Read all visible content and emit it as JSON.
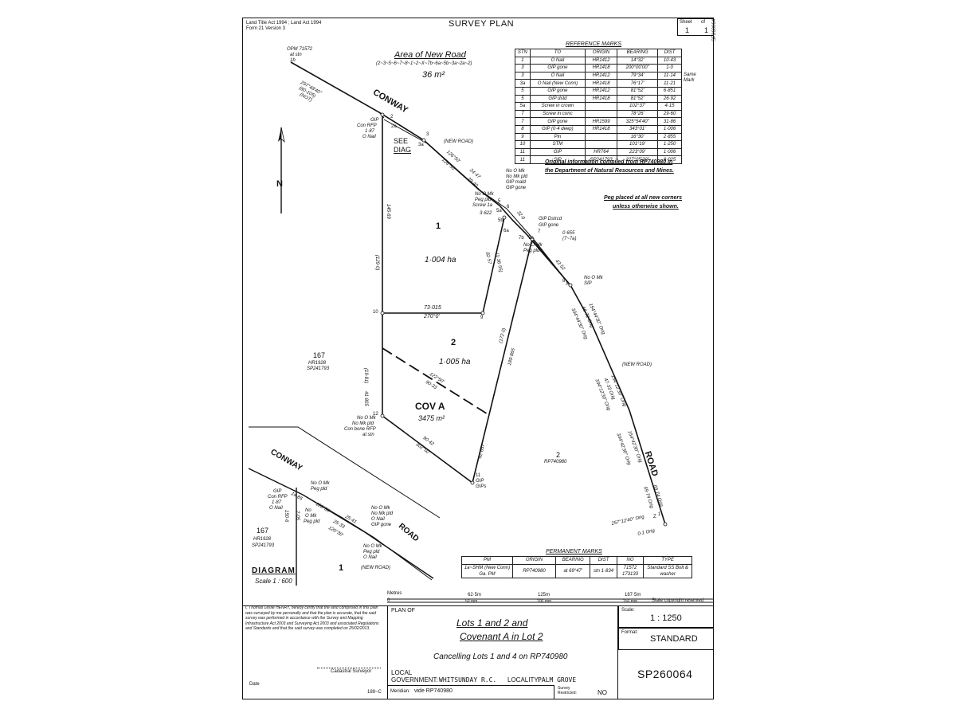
{
  "header": {
    "act_line1": "Land Title Act 1994 ; Land Act 1994",
    "act_line2": "Form 21 Version 3",
    "title": "SURVEY PLAN",
    "sheet_label": "Sheet",
    "of_label": "of",
    "sheet_no": "1",
    "sheet_total": "1",
    "side_code": "SP260064"
  },
  "area_new_road": {
    "title": "Area of New Road",
    "sequence": "(2~3~5~6~7~8~1~2~X~7b~6a~5b~3a~2a~2)",
    "area": "36 m²"
  },
  "reference_marks": {
    "caption": "REFERENCE MARKS",
    "headers": [
      "STN",
      "TO",
      "ORIGIN",
      "BEARING",
      "DIST"
    ],
    "rows": [
      [
        "1",
        "O Nail",
        "HR1412",
        "14°32'",
        "10·43"
      ],
      [
        "3",
        "GIP gone",
        "HR1418",
        "200°00'00\"",
        "1·0"
      ],
      [
        "3",
        "O Nail",
        "HR1412",
        "79°34'",
        "11·14"
      ],
      [
        "3a",
        "O Nail (New Conn)",
        "HR1418",
        "76°17'",
        "11·21"
      ],
      [
        "5",
        "GIP gone",
        "HR1412",
        "81°52'",
        "6·851"
      ],
      [
        "5",
        "GIP dstd",
        "HR1418",
        "81°52'",
        "26·92"
      ],
      [
        "5a",
        "Screw in crown",
        "",
        "102°37'",
        "4·15"
      ],
      [
        "7",
        "Screw in conc",
        "",
        "78°26'",
        "29·60"
      ],
      [
        "7",
        "GIP gone",
        "HR1599",
        "325°54'40\"",
        "31·86"
      ],
      [
        "8",
        "GIP (0·4 deep)",
        "HR1418",
        "343°01'",
        "1·006"
      ],
      [
        "9",
        "Pin",
        "",
        "16°30'",
        "2·855"
      ],
      [
        "10",
        "STM",
        "",
        "101°19'",
        "1·250"
      ],
      [
        "11",
        "GIP",
        "HR764",
        "223°09'",
        "1·006"
      ],
      [
        "11",
        "SIP",
        "SP241793",
        "227°05'20\"",
        "8·025"
      ]
    ],
    "side_note_1": "Same",
    "side_note_2": "Mark"
  },
  "notes": {
    "original_info_1": "Original information compiled from RP740980 in",
    "original_info_2": "the Department of Natural Resources and Mines.",
    "peg_note_1": "Peg placed at all new corners",
    "peg_note_2": "unless otherwise shown."
  },
  "plan_labels": {
    "top_left_ref_1": "OPM 71572",
    "top_left_ref_2": "at stn",
    "top_left_ref_3": "1b",
    "road_bearing": "297°48'40\"",
    "road_dist": "(80·105)",
    "road_dist_2": "(NOT)",
    "conway_upper": "CONWAY",
    "road_right": "ROAD",
    "see_diag_1": "SEE",
    "see_diag_2": "DIAG",
    "new_road": "(NEW ROAD)",
    "new_road_2": "(NEW ROAD)",
    "stn2_notes": [
      "GIP",
      "Con RFP",
      "1·87",
      "O Nail"
    ],
    "lot1_label": "1",
    "lot1_area": "1·004 ha",
    "lot2_label": "2",
    "lot2_area": "1·005 ha",
    "cov_label": "COV A",
    "cov_area": "3475 m²",
    "lot167": "167",
    "lot167_hr": "HR1928",
    "lot167_sp": "SP241793",
    "lot_rp_2": "2",
    "lot_rp_2_ref": "RP740980",
    "dist_10_9": "73·015",
    "bearing_10_9": "270°0'",
    "dist_west": "145·69",
    "dist_west_b": "(129·0)",
    "dist_left_lower": "41·805",
    "dist_left_lower_b": "(19·81)",
    "dist_12_11": "90·42",
    "bearing_12_11": "302°50'",
    "dist_cov_diag": "122°50'",
    "dist_cov_diag_b": "90·33",
    "dist_9_lot1": "82·57",
    "bearing_9_lot1": "(1·36·55)",
    "dist_lot2_right": "189·865",
    "dist_lot2_right_b": "(172·0)",
    "dist_11_bottom": "42·657",
    "stn11_notes": [
      "GIP",
      "GIPs"
    ],
    "stn12_notes": [
      "No O Mk",
      "No Mk pld",
      "Con bone RFP",
      "at stn"
    ],
    "peg_notes_upper": [
      "No O Mk",
      "No Mk pld",
      "GIP mald",
      "GIP gone"
    ],
    "peg_notes_5a": [
      "No O Mk",
      "Peg pld",
      "Screw 1a"
    ],
    "dist_3_622": "3·622",
    "stn7_notes": [
      "GIP Dstrcd",
      "GIP gone"
    ],
    "dist_0_655": "0·655",
    "dist_0_655_b": "(7~7a)",
    "stn7a_notes": [
      "No O Mk",
      "Peg pld"
    ],
    "stnx_notes": [
      "No O Mk",
      "SIP"
    ],
    "road_seg_1": "24·47",
    "road_seg_2": "29·40",
    "road_seg_3": "32·0",
    "road_seg_4": "43·52",
    "road_b1": "126°50'",
    "road_b2": "126°50'",
    "road_right_b1": "154°44'30\" Orig",
    "road_right_b2": "66·72 Orig",
    "road_right_b3": "334°44'30\" Orig",
    "road_right_b4": "154°12'30\" Orig",
    "road_right_b5": "47·33 Orig",
    "road_right_b6": "334°12'30\" Orig",
    "road_right_b7": "154°42'30\" Orig",
    "road_right_b8": "334°42'30\" Orig",
    "road_right_d1": "69·74 Orig",
    "road_right_d2": "69·74 Orig",
    "bottom_bearing": "257°12'40\" Orig",
    "bottom_dist": "0·1 Orig",
    "stn_labels": [
      "1",
      "2",
      "2a",
      "3",
      "3a",
      "5",
      "5a",
      "5b",
      "6",
      "6a",
      "7",
      "7a",
      "7b",
      "8",
      "9",
      "10",
      "11",
      "12",
      "X",
      "Z"
    ]
  },
  "diagram": {
    "conway": "CONWAY",
    "road": "ROAD",
    "title": "DIAGRAM",
    "scale": "Scale 1 : 600",
    "lot167": "167",
    "lot167_hr": "HR1928",
    "lot167_sp": "SP241793",
    "lot1": "1",
    "new_road": "(NEW ROAD)",
    "notes_a": [
      "No O Mk",
      "Peg pld"
    ],
    "notes_b": [
      "GIP",
      "Con RFP",
      "1·87",
      "O Nail"
    ],
    "notes_c": [
      "No O Mk",
      "No Mk pld",
      "O Nail",
      "GIP gone"
    ],
    "notes_d": [
      "No O Mk",
      "Peg pld",
      "O Nail"
    ],
    "notes_e": [
      "No",
      "O Mk",
      "Peg pld"
    ],
    "dist_a": "14·85",
    "dist_b": "120°30'",
    "dist_c": "25·41",
    "dist_d": "25·33",
    "dist_e": "120°30'",
    "dist_f": "150·6",
    "dist_g": "2·05"
  },
  "permanent_marks": {
    "caption": "PERMANENT MARKS",
    "headers": [
      "PM",
      "ORIGIN",
      "BEARING",
      "DIST",
      "NO",
      "TYPE"
    ],
    "rows": [
      [
        "1a~SHM (New Conn) Ga. PM",
        "RP740980",
        "at 69°47'",
        "stn 1·834",
        "71572 173133",
        "Standard SS Bolt & washer"
      ]
    ]
  },
  "scale_bar": {
    "label": "Metres",
    "ticks": [
      "0",
      "62·5m",
      "125m",
      "187·5m"
    ],
    "ticks_mm": [
      "0",
      "50 mm",
      "100 mm",
      "150 mm"
    ],
    "copyright": "State copyright reserved"
  },
  "title_block": {
    "certificate": "I, Thomas Leslie HENRY, hereby certify that the land comprised in this plan was surveyed by me personally and that the plan is accurate, that the said survey was performed in accordance with the Survey and Mapping Infrastructure Act 2003 and Surveying Act 2003 and associated Regulations and Standards and that the said survey was completed on 25/02/2013.",
    "surveyor": "Cadastral Surveyor",
    "date_label": "Date",
    "form_code": "189~C",
    "plan_of_label": "PLAN OF",
    "lots_line": "Lots 1 and 2 and",
    "covenant_line": "Covenant A in Lot 2",
    "cancelling": "Cancelling Lots 1 and 4 on RP740980",
    "local_label": "LOCAL",
    "government_label": "GOVERNMENT:",
    "government": "WHITSUNDAY R.C.",
    "locality_label": "LOCALITY:",
    "locality": "PALM GROVE",
    "meridian_label": "Meridian:",
    "meridian": "vide RP740980",
    "survey_restricted_label": "Survey Restricted:",
    "survey_restricted": "NO",
    "scale_label": "Scale:",
    "scale": "1 : 1250",
    "format_label": "Format:",
    "format": "STANDARD",
    "plan_number": "SP260064"
  }
}
